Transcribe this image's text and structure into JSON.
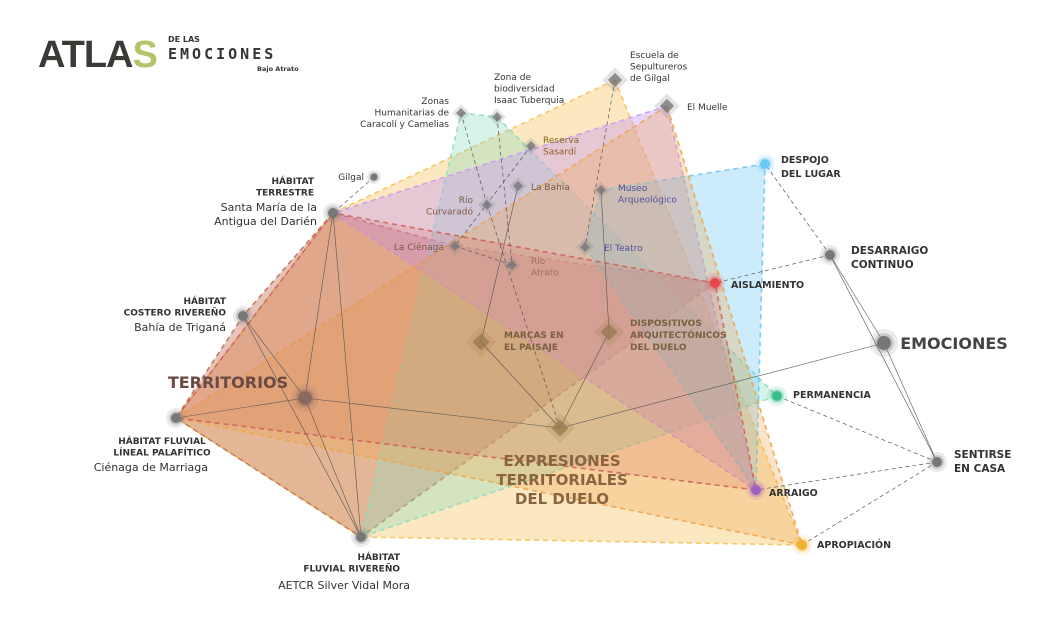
{
  "logo": {
    "atlas": "ATLAS",
    "de_las": "DE LAS",
    "emociones": "EMOCIONES",
    "region": "Bajo Atrato"
  },
  "colors": {
    "yellow": "#f5c35a",
    "brown": "#c1725a",
    "purple": "#c79bf2",
    "blue": "#6cc8f7",
    "green": "#8fdcbf",
    "orange": "#f0a44b",
    "red": "#e8464e",
    "teal": "#3cbf8c"
  },
  "hubs": {
    "territorios": [
      "TERRITORIOS"
    ],
    "expresiones": [
      "EXPRESIONES",
      "TERRITORIALES",
      "DEL DUELO"
    ],
    "emociones": [
      "EMOCIONES"
    ],
    "marcas": [
      "MARCAS EN",
      "EL PAISAJE"
    ],
    "dispositivos": [
      "DISPOSITIVOS",
      "ARQUITECTÓNICOS",
      "DEL DUELO"
    ]
  },
  "habitats": {
    "terrestre": {
      "title": [
        "HÁBITAT",
        "TERRESTRE"
      ],
      "place": [
        "Santa María de la",
        "Antigua del Darién"
      ]
    },
    "costero": {
      "title": [
        "HÁBITAT",
        "COSTERO RIVEREÑO"
      ],
      "place": [
        "Bahía de Triganá"
      ]
    },
    "lineal": {
      "title": [
        "HÁBITAT FLUVIAL",
        "LÍNEAL PALAFÍTICO"
      ],
      "place": [
        "Ciénaga de Marriaga"
      ]
    },
    "rivereno": {
      "title": [
        "HÁBITAT",
        "FLUVIAL RIVEREÑO"
      ],
      "place": [
        "AETCR Silver Vidal Mora"
      ]
    }
  },
  "places": {
    "gilgal": [
      "Gilgal"
    ],
    "zonas": [
      "Zonas",
      "Humanitarias de",
      "Caracolí y Camelias"
    ],
    "biodiv": [
      "Zona de",
      "biodiversidad",
      "Isaac Tuberquia"
    ],
    "escuela": [
      "Escuela de",
      "Sepultureros",
      "de Gilgal"
    ],
    "muelle": [
      "El Muelle"
    ],
    "reserva": [
      "Reserva",
      "Sasardí"
    ],
    "bahia": [
      "La Bahía"
    ],
    "museo": [
      "Museo",
      "Arqueológico"
    ],
    "curvarado": [
      "Río",
      "Curvaradó"
    ],
    "cienaga": [
      "La Ciénaga"
    ],
    "teatro": [
      "El Teatro"
    ],
    "atrato": [
      "Río",
      "Atrato"
    ]
  },
  "emotions": {
    "despojo": [
      "DESPOJO",
      "DEL LUGAR"
    ],
    "desarraigo": [
      "DESARRAIGO",
      "CONTINUO"
    ],
    "aislamiento": [
      "AISLAMIENTO"
    ],
    "permanencia": [
      "PERMANENCIA"
    ],
    "sentirse": [
      "SENTIRSE",
      "EN CASA"
    ],
    "arraigo": [
      "ARRAIGO"
    ],
    "apropiacion": [
      "APROPIACIÓN"
    ]
  }
}
